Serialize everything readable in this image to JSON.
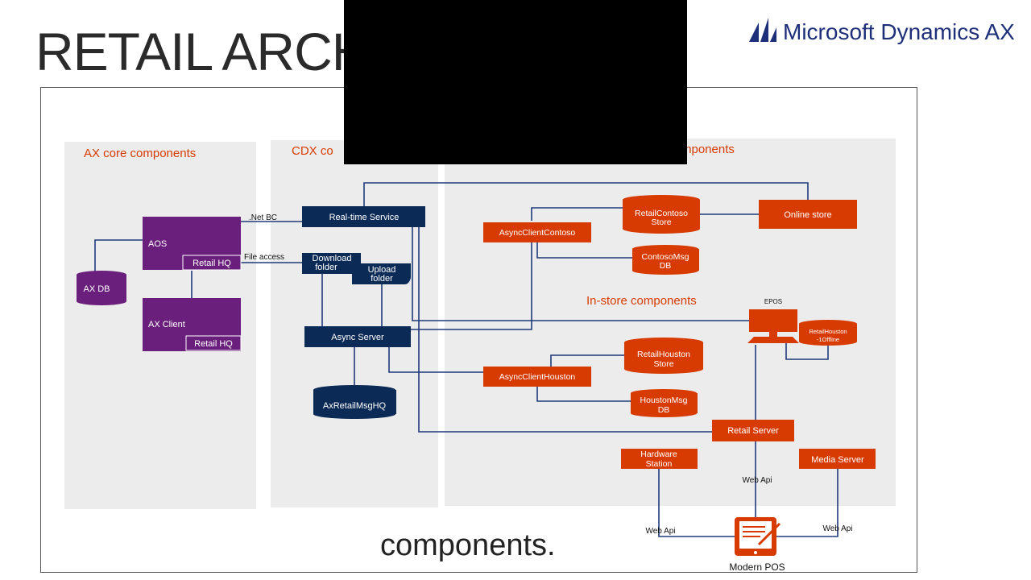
{
  "slide": {
    "title": "RETAIL ARCH",
    "title_overlap": "bonents",
    "bottom_caption": "components."
  },
  "logo": {
    "text": "Microsoft Dynamics AX"
  },
  "diagram": {
    "sections": {
      "ax_core": "AX core components",
      "cdx": "CDX co",
      "online": "mponents",
      "in_store": "In-store components"
    },
    "nodes": {
      "aos": "AOS",
      "aos_sub": "Retail HQ",
      "ax_client": "AX Client",
      "ax_client_sub": "Retail HQ",
      "ax_db": "AX DB",
      "realtime": "Real-time Service",
      "download_1": "Download",
      "download_2": "folder",
      "upload_1": "Upload",
      "upload_2": "folder",
      "async_server": "Async Server",
      "ax_retail_msg": "AxRetailMsgHQ",
      "async_contoso": "AsyncClientContoso",
      "retail_contoso_1": "RetailContoso",
      "retail_contoso_2": "Store",
      "online_store": "Online store",
      "contoso_msg_1": "ContosoMsg",
      "contoso_msg_2": "DB",
      "epos": "EPOS",
      "retail_houston_offline_1": "RetailHouston",
      "retail_houston_offline_2": "-1Offline",
      "retail_houston_store_1": "RetailHouston",
      "retail_houston_store_2": "Store",
      "async_houston": "AsyncClientHouston",
      "houston_msg_1": "HoustonMsg",
      "houston_msg_2": "DB",
      "retail_server": "Retail Server",
      "hardware_station_1": "Hardware",
      "hardware_station_2": "Station",
      "media_server": "Media Server",
      "modern_pos": "Modern POS"
    },
    "edge_labels": {
      "net_bc": ".Net BC",
      "file_access": "File access",
      "web_api_center": "Web Api",
      "web_api_left": "Web Api",
      "web_api_right": "Web Api"
    },
    "colors": {
      "purple": "#6b1f7c",
      "navy": "#0b2a56",
      "orange": "#d83b01",
      "section_bg": "#ececec",
      "line": "#1f3a7a"
    }
  }
}
